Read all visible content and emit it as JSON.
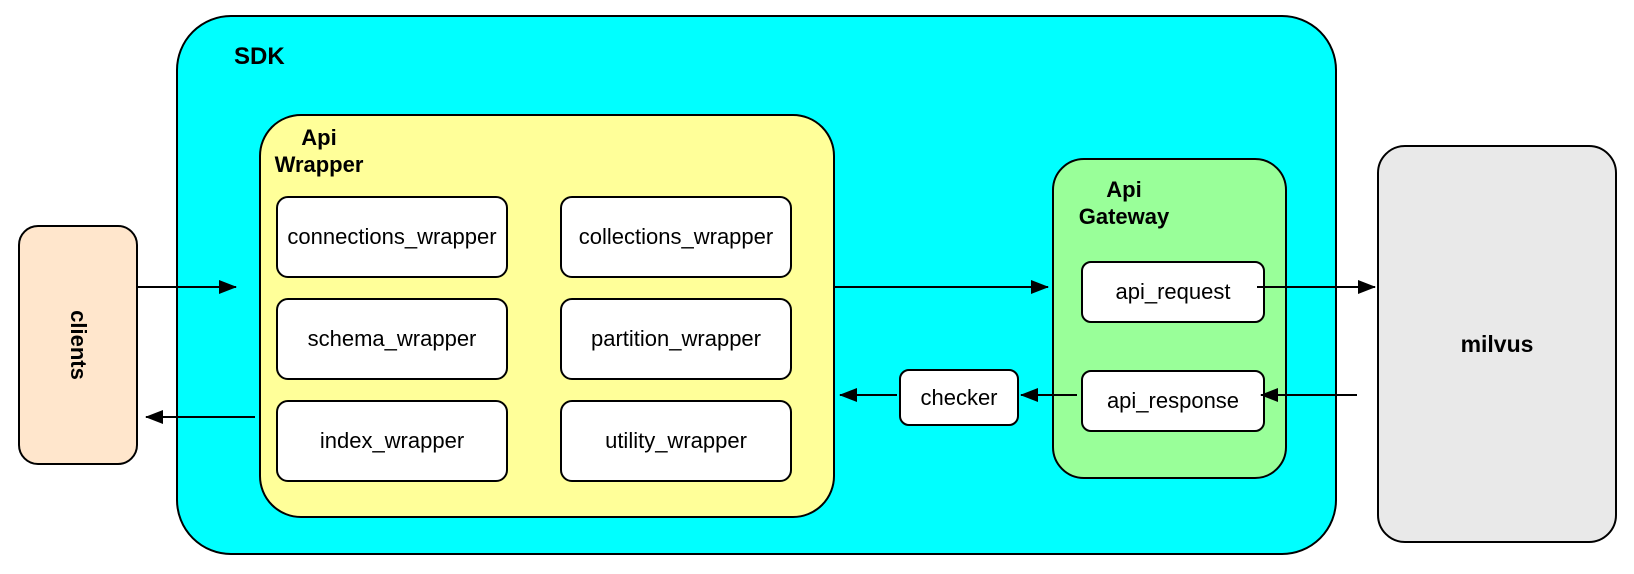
{
  "diagram": {
    "clients": {
      "label": "clients"
    },
    "sdk": {
      "label": "SDK",
      "api_wrapper": {
        "label": "Api Wrapper",
        "boxes": [
          {
            "label": "connections_wrapper"
          },
          {
            "label": "collections_wrapper"
          },
          {
            "label": "schema_wrapper"
          },
          {
            "label": "partition_wrapper"
          },
          {
            "label": "index_wrapper"
          },
          {
            "label": "utility_wrapper"
          }
        ]
      },
      "checker": {
        "label": "checker"
      },
      "api_gateway": {
        "label": "Api Gateway",
        "api_request": {
          "label": "api_request"
        },
        "api_response": {
          "label": "api_response"
        }
      }
    },
    "milvus": {
      "label": "milvus"
    },
    "flows": [
      {
        "from": "clients",
        "to": "SDK"
      },
      {
        "from": "Api Wrapper",
        "to": "api_request"
      },
      {
        "from": "api_request",
        "to": "milvus"
      },
      {
        "from": "milvus",
        "to": "api_response"
      },
      {
        "from": "api_response",
        "to": "checker"
      },
      {
        "from": "checker",
        "to": "Api Wrapper"
      },
      {
        "from": "SDK",
        "to": "clients"
      }
    ],
    "colors": {
      "sdk_fill": "#00FFFF",
      "api_wrapper_fill": "#FFFF99",
      "api_gateway_fill": "#99FF99",
      "clients_fill": "#FFE6CC",
      "milvus_fill": "#E9E9E9",
      "node_fill": "#FFFFFF",
      "border": "#000000"
    }
  }
}
